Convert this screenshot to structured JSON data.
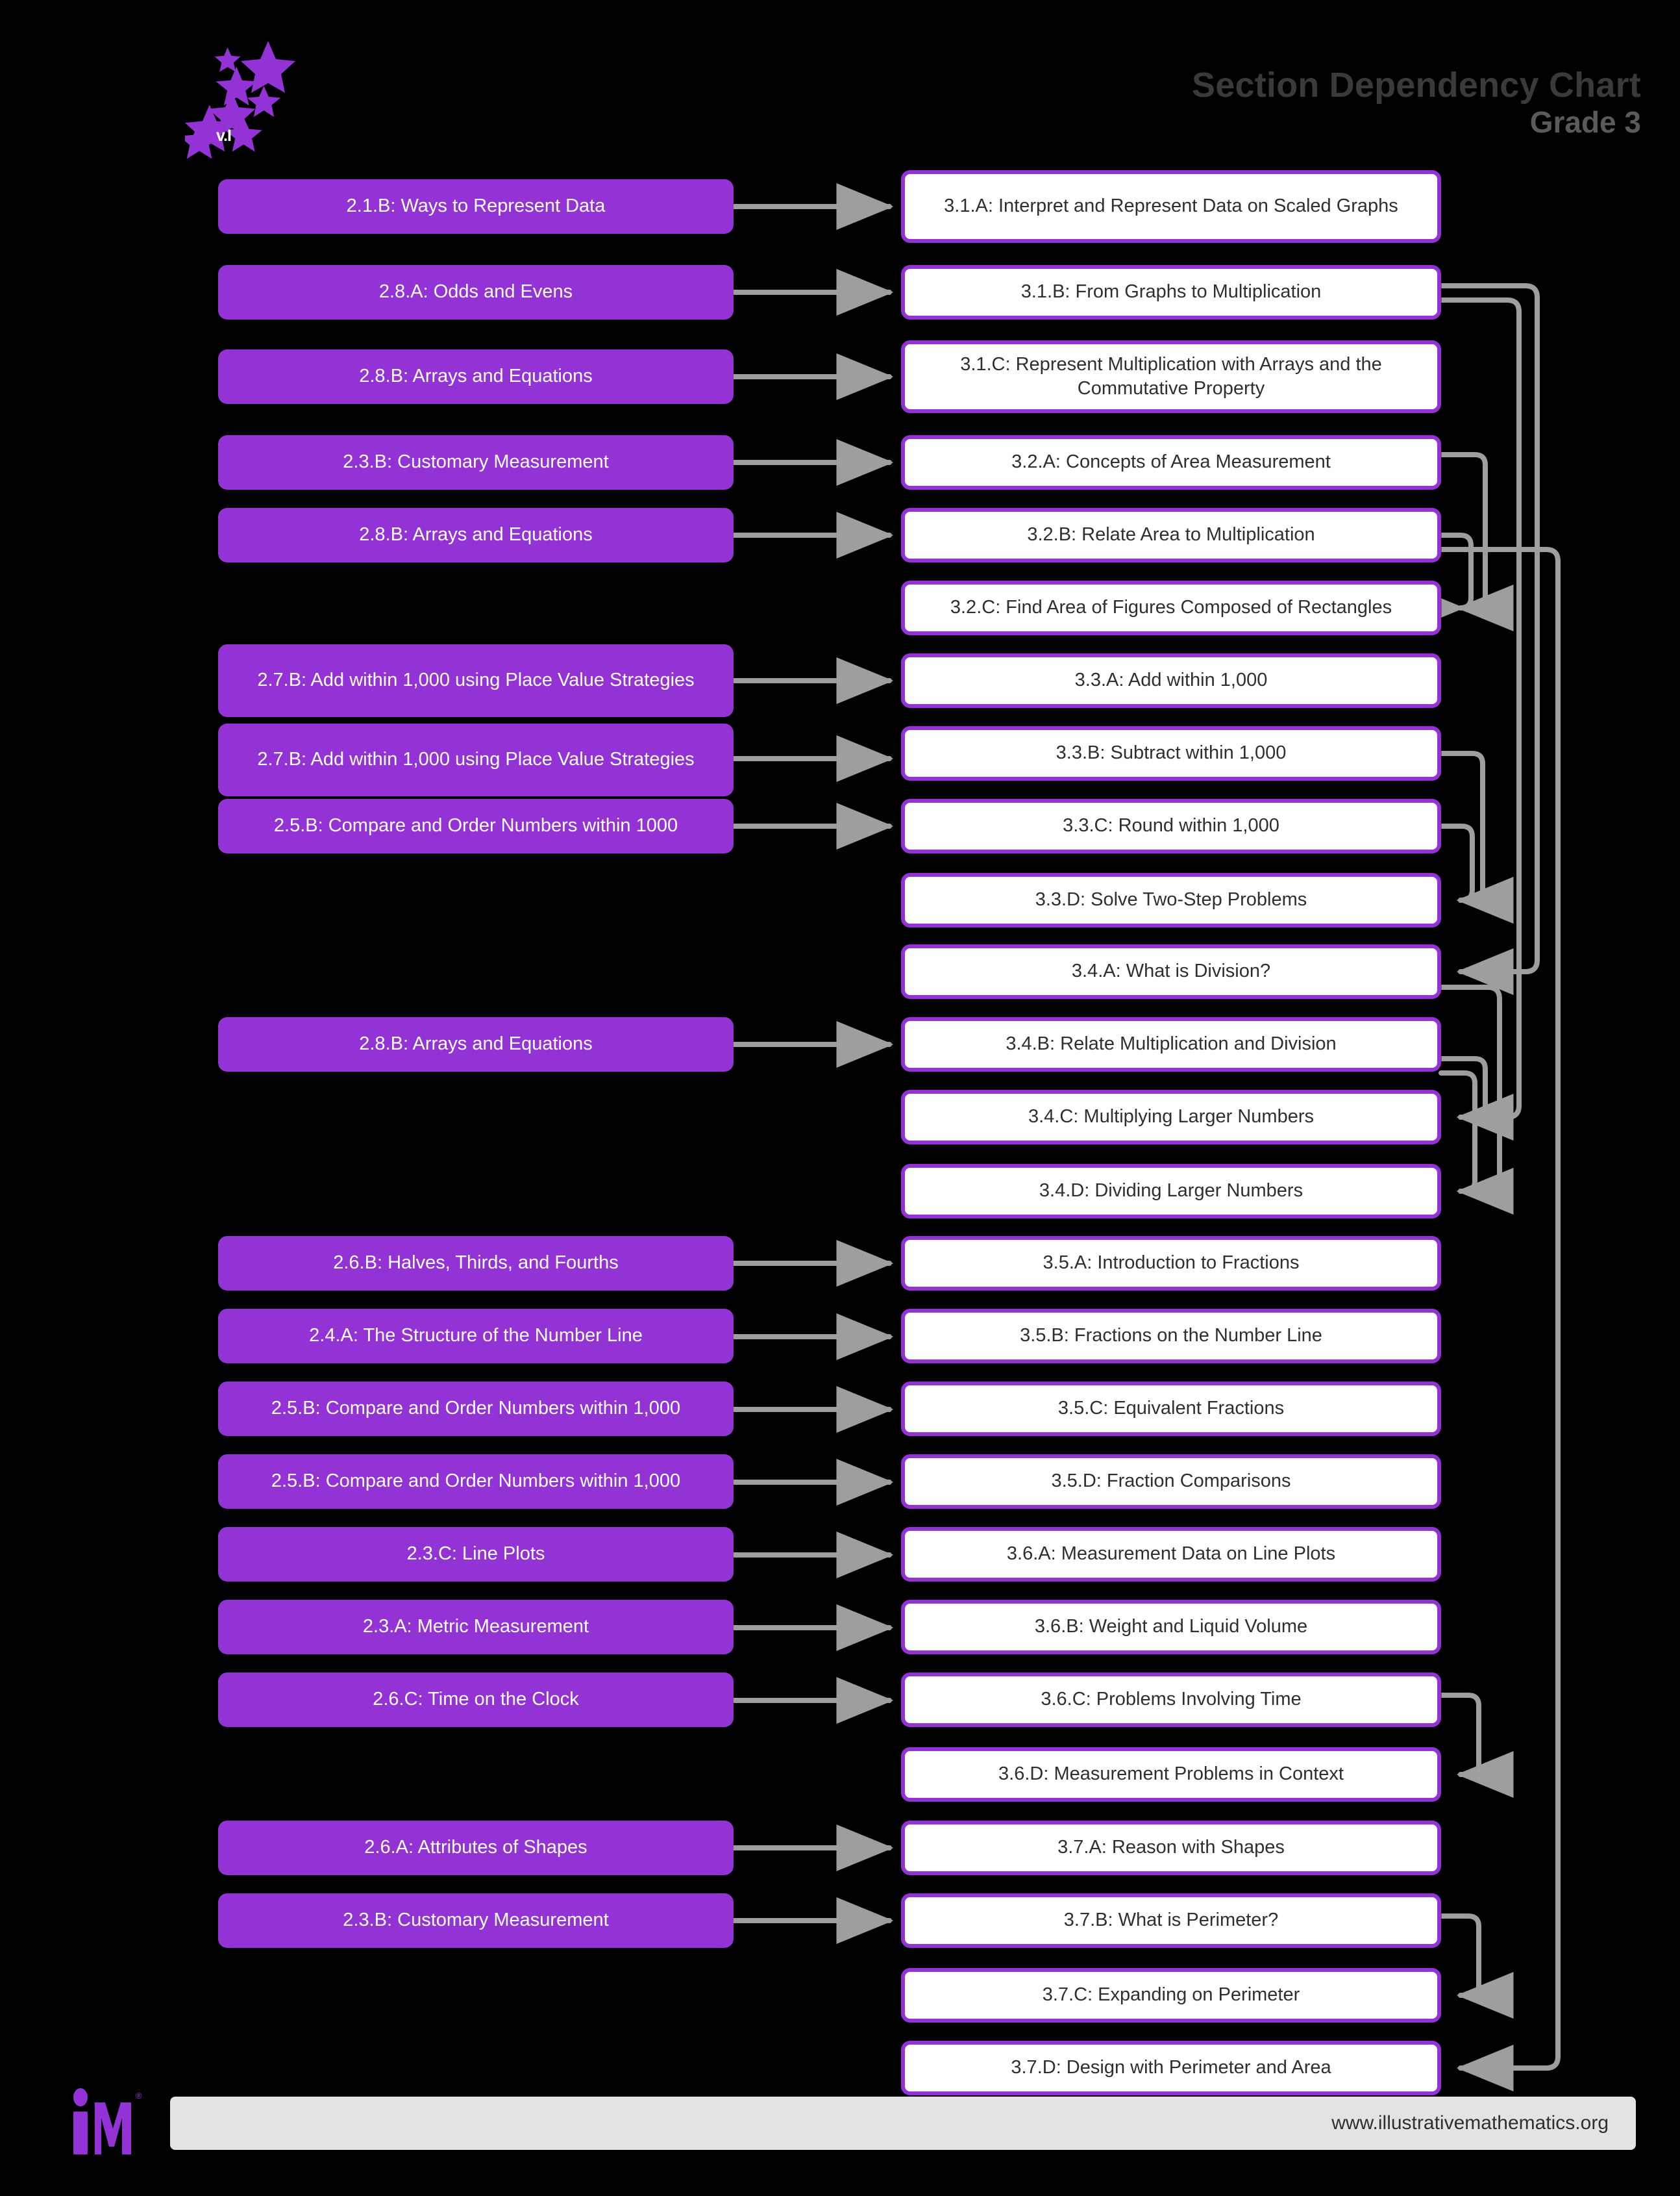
{
  "header": {
    "title": "Section Dependency Chart",
    "subtitle": "Grade 3",
    "version_label": "v.I"
  },
  "footer": {
    "url": "www.illustrativemathematics.org",
    "logo_text": "iM"
  },
  "colors": {
    "background": "#000000",
    "prereq_fill": "#9333d6",
    "prereq_text": "#ffffff",
    "target_fill": "#ffffff",
    "target_border": "#9333d6",
    "target_text": "#2f2f31",
    "connector": "#9e9e9e",
    "title_text": "#3a3a3c",
    "footer_bar": "#e3e3e5"
  },
  "chart_data": {
    "type": "diagram",
    "title": "Section Dependency Chart",
    "subtitle": "Grade 3",
    "prerequisite_nodes": [
      {
        "id": "p1",
        "label": "2.1.B: Ways to Represent Data"
      },
      {
        "id": "p2",
        "label": "2.8.A: Odds and Evens"
      },
      {
        "id": "p3",
        "label": "2.8.B: Arrays and Equations"
      },
      {
        "id": "p4",
        "label": "2.3.B: Customary Measurement"
      },
      {
        "id": "p5",
        "label": "2.8.B: Arrays and Equations"
      },
      {
        "id": "p6",
        "label": "2.7.B: Add within 1,000 using Place Value Strategies"
      },
      {
        "id": "p7",
        "label": "2.7.B: Add within 1,000 using Place Value Strategies"
      },
      {
        "id": "p8",
        "label": "2.5.B: Compare and Order Numbers within 1000"
      },
      {
        "id": "p9",
        "label": "2.8.B: Arrays and Equations"
      },
      {
        "id": "p10",
        "label": "2.6.B: Halves, Thirds, and Fourths"
      },
      {
        "id": "p11",
        "label": "2.4.A: The Structure of the Number Line"
      },
      {
        "id": "p12",
        "label": "2.5.B: Compare and Order Numbers within 1,000"
      },
      {
        "id": "p13",
        "label": "2.5.B: Compare and Order Numbers within 1,000"
      },
      {
        "id": "p14",
        "label": "2.3.C: Line Plots"
      },
      {
        "id": "p15",
        "label": "2.3.A: Metric Measurement"
      },
      {
        "id": "p16",
        "label": "2.6.C: Time on the Clock"
      },
      {
        "id": "p17",
        "label": "2.6.A: Attributes of Shapes"
      },
      {
        "id": "p18",
        "label": "2.3.B: Customary Measurement"
      }
    ],
    "section_nodes": [
      {
        "id": "s1",
        "label": "3.1.A: Interpret and Represent Data on Scaled Graphs"
      },
      {
        "id": "s2",
        "label": "3.1.B: From Graphs to Multiplication"
      },
      {
        "id": "s3",
        "label": "3.1.C: Represent Multiplication with Arrays and the Commutative Property"
      },
      {
        "id": "s4",
        "label": "3.2.A: Concepts of Area Measurement"
      },
      {
        "id": "s5",
        "label": "3.2.B: Relate Area to Multiplication"
      },
      {
        "id": "s6",
        "label": "3.2.C: Find Area of Figures Composed of Rectangles"
      },
      {
        "id": "s7",
        "label": "3.3.A: Add within 1,000"
      },
      {
        "id": "s8",
        "label": "3.3.B: Subtract within 1,000"
      },
      {
        "id": "s9",
        "label": "3.3.C: Round within 1,000"
      },
      {
        "id": "s10",
        "label": "3.3.D: Solve Two-Step Problems"
      },
      {
        "id": "s11",
        "label": "3.4.A: What is Division?"
      },
      {
        "id": "s12",
        "label": "3.4.B: Relate Multiplication and Division"
      },
      {
        "id": "s13",
        "label": "3.4.C: Multiplying Larger Numbers"
      },
      {
        "id": "s14",
        "label": "3.4.D: Dividing Larger Numbers"
      },
      {
        "id": "s15",
        "label": "3.5.A: Introduction to Fractions"
      },
      {
        "id": "s16",
        "label": "3.5.B: Fractions on the Number Line"
      },
      {
        "id": "s17",
        "label": "3.5.C: Equivalent Fractions"
      },
      {
        "id": "s18",
        "label": "3.5.D: Fraction Comparisons"
      },
      {
        "id": "s19",
        "label": "3.6.A: Measurement Data on Line Plots"
      },
      {
        "id": "s20",
        "label": "3.6.B: Weight and Liquid Volume"
      },
      {
        "id": "s21",
        "label": "3.6.C: Problems Involving Time"
      },
      {
        "id": "s22",
        "label": "3.6.D: Measurement Problems in Context"
      },
      {
        "id": "s23",
        "label": "3.7.A: Reason with Shapes"
      },
      {
        "id": "s24",
        "label": "3.7.B: What is Perimeter?"
      },
      {
        "id": "s25",
        "label": "3.7.C: Expanding on Perimeter"
      },
      {
        "id": "s26",
        "label": "3.7.D: Design with Perimeter and Area"
      }
    ],
    "edges": [
      {
        "from": "p1",
        "to": "s1"
      },
      {
        "from": "p2",
        "to": "s2"
      },
      {
        "from": "p3",
        "to": "s3"
      },
      {
        "from": "p4",
        "to": "s4"
      },
      {
        "from": "p5",
        "to": "s5"
      },
      {
        "from": "p6",
        "to": "s7"
      },
      {
        "from": "p7",
        "to": "s8"
      },
      {
        "from": "p8",
        "to": "s9"
      },
      {
        "from": "p9",
        "to": "s12"
      },
      {
        "from": "p10",
        "to": "s15"
      },
      {
        "from": "p11",
        "to": "s16"
      },
      {
        "from": "p12",
        "to": "s17"
      },
      {
        "from": "p13",
        "to": "s18"
      },
      {
        "from": "p14",
        "to": "s19"
      },
      {
        "from": "p15",
        "to": "s20"
      },
      {
        "from": "p16",
        "to": "s21"
      },
      {
        "from": "p17",
        "to": "s23"
      },
      {
        "from": "p18",
        "to": "s24"
      },
      {
        "from": "s4",
        "to": "s6"
      },
      {
        "from": "s5",
        "to": "s6"
      },
      {
        "from": "s8",
        "to": "s10"
      },
      {
        "from": "s9",
        "to": "s10"
      },
      {
        "from": "s2",
        "to": "s11"
      },
      {
        "from": "s2",
        "to": "s13"
      },
      {
        "from": "s11",
        "to": "s14"
      },
      {
        "from": "s12",
        "to": "s13"
      },
      {
        "from": "s12",
        "to": "s14"
      },
      {
        "from": "s21",
        "to": "s22"
      },
      {
        "from": "s24",
        "to": "s25"
      },
      {
        "from": "s5",
        "to": "s26"
      }
    ]
  }
}
